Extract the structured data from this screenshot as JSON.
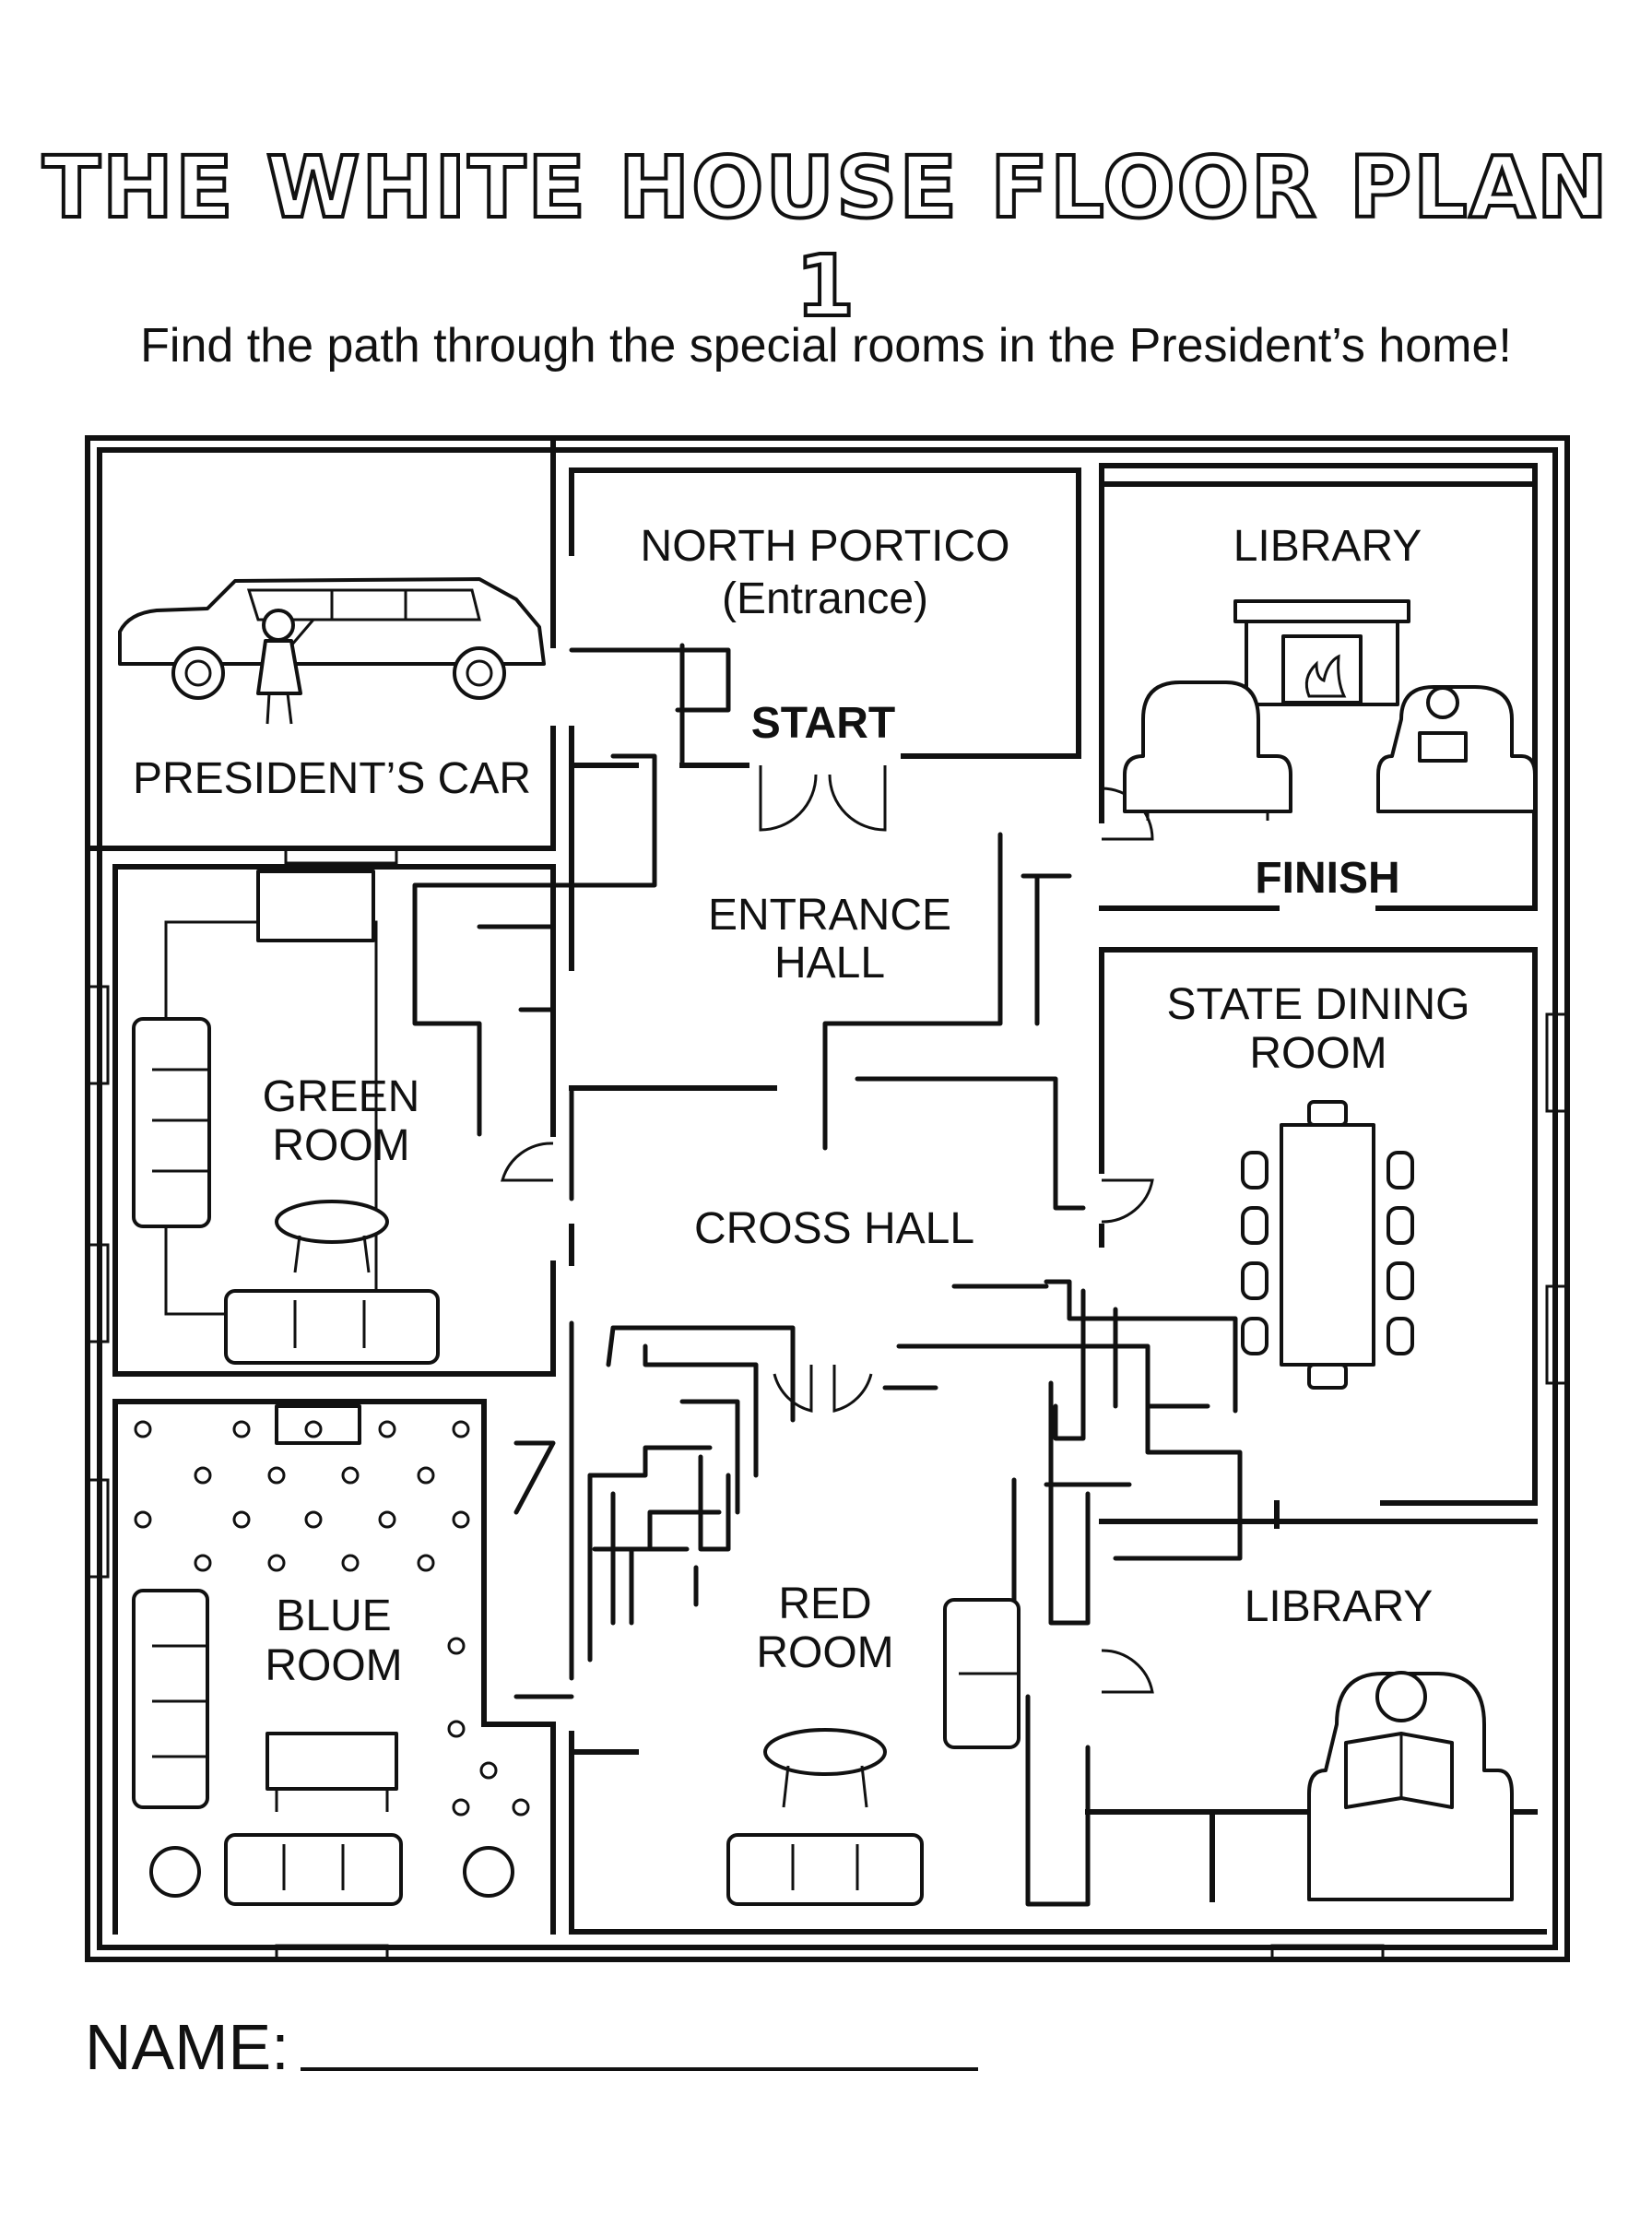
{
  "title": "THE WHITE HOUSE FLOOR PLAN 1",
  "subtitle": "Find the path through the special rooms in the President’s home!",
  "rooms": {
    "north_portico": "NORTH PORTICO",
    "north_portico_sub": "(Entrance)",
    "library_top": "LIBRARY",
    "presidents_car": "PRESIDENT’S CAR",
    "entrance_hall_1": "ENTRANCE",
    "entrance_hall_2": "HALL",
    "green_room_1": "GREEN",
    "green_room_2": "ROOM",
    "state_dining_1": "STATE DINING",
    "state_dining_2": "ROOM",
    "cross_hall": "CROSS HALL",
    "blue_room_1": "BLUE",
    "blue_room_2": "ROOM",
    "red_room_1": "RED",
    "red_room_2": "ROOM",
    "library_bottom": "LIBRARY"
  },
  "markers": {
    "start": "START",
    "finish": "FINISH"
  },
  "name_label": "NAME:"
}
